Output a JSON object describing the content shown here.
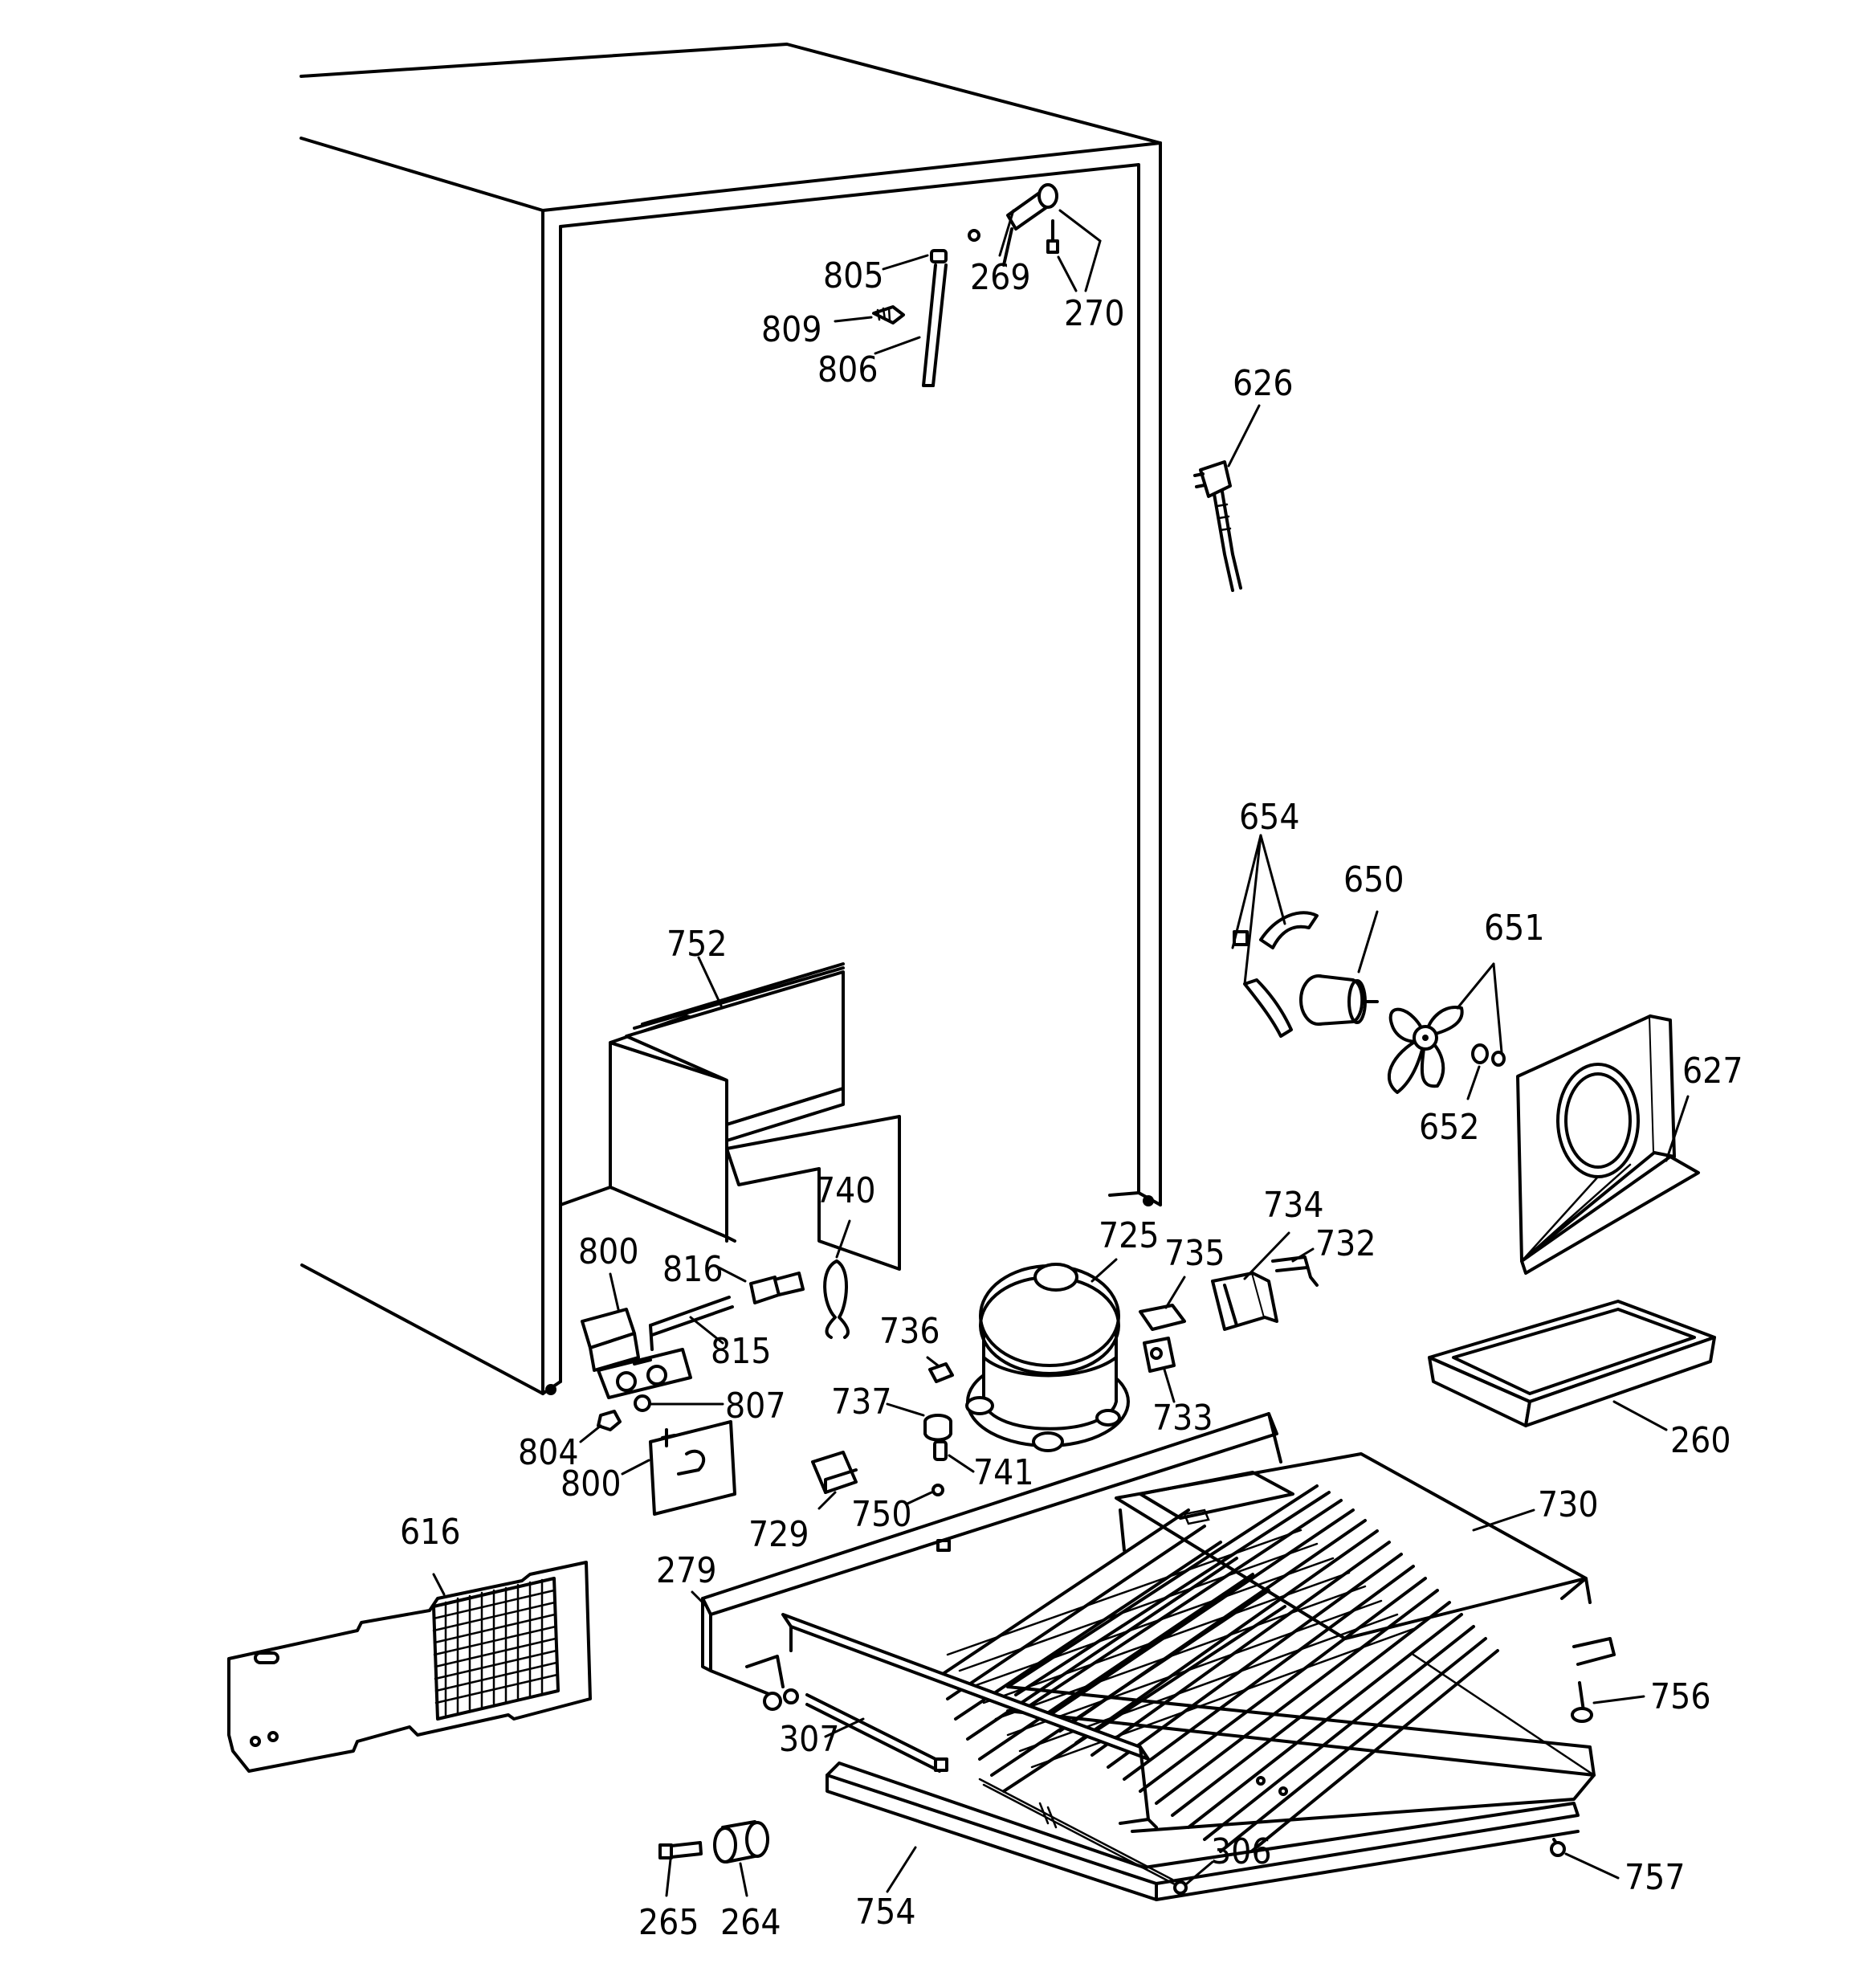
{
  "labels": {
    "l805": "805",
    "l269": "269",
    "l270": "270",
    "l809": "809",
    "l806": "806",
    "l626": "626",
    "l654": "654",
    "l650": "650",
    "l651": "651",
    "l627": "627",
    "l652": "652",
    "l752": "752",
    "l740": "740",
    "l734": "734",
    "l725": "725",
    "l735": "735",
    "l732": "732",
    "l800a": "800",
    "l816": "816",
    "l815": "815",
    "l736": "736",
    "l737": "737",
    "l807": "807",
    "l733": "733",
    "l260": "260",
    "l804": "804",
    "l800b": "800",
    "l741": "741",
    "l750": "750",
    "l729": "729",
    "l730": "730",
    "l616": "616",
    "l279": "279",
    "l756": "756",
    "l307": "307",
    "l306": "306",
    "l757": "757",
    "l754": "754",
    "l265": "265",
    "l264": "264"
  }
}
